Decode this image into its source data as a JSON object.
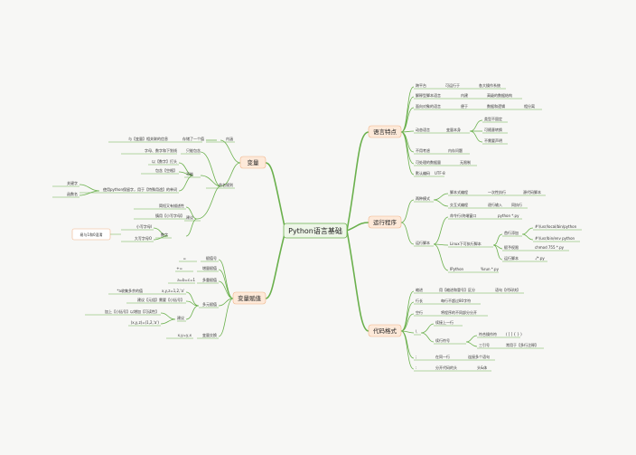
{
  "root": "Python语言基础",
  "features": {
    "title": "语言特点",
    "cross_platform": "跨平台",
    "runs_everywhere": "可运行于",
    "all_os": "各大操作系统",
    "interpreted": "解释型脚本语言",
    "builtin": "内建",
    "advanced_ds": "高级的数据结构",
    "oop": "面向对象的语言",
    "convenient": "便于",
    "data_logic": "数据和逻辑",
    "separate": "相分离",
    "dynamic": "动态语言",
    "var_itself": "变量本身",
    "type_unfixed": "类型不固定",
    "any_assign": "可随意转换",
    "no_declare": "不需要声明",
    "no_concern": "不用考虑",
    "memory": "内存问题",
    "size_data": "可处理的数据量",
    "unlimited": "无限制",
    "default_enc": "默认编码",
    "utf8": "UTF-8"
  },
  "running": {
    "title": "运行程序",
    "two_modes": "两种模式",
    "script_mode": "脚本式编程",
    "once_exec": "一次性执行",
    "all_code": "源代码脚本",
    "interactive": "交互式编程",
    "line_input": "逐行输入",
    "line_exec": "同执行",
    "run_script": "运行脚本",
    "cmd_window": "命令行/终端窗口",
    "python_py": "python *.py",
    "linux_exec": "Linux下可执行脚本",
    "first_line_add": "首行添加",
    "env_path1": "#!/usr/local/bin/python",
    "env_path2": "#!/usr/bin/env python",
    "grant_perm": "赋予权限",
    "chmod": "chmod 755 *.py",
    "run_it": "运行脚本",
    "dot_py": "./*.py",
    "ipython": "IPython",
    "run_py": "%run *.py"
  },
  "format": {
    "title": "代码格式",
    "indent": "缩进",
    "use": "用【缩进和冒号】区分",
    "blocks": "语句【代码块】",
    "line_length": "行长",
    "max79": "每行不超过80字符",
    "blank": "空行",
    "blank_desc": "将程序的不同部分分开",
    "backslash": "\\",
    "continue_prev": "续接上一行",
    "continue_line": "续行符号",
    "no_need": "符合操作符",
    "brackets": "( [ ] { } )",
    "triple_quote": "三引号",
    "multi_comment": "常用于【多行注释】",
    "semicolon": ";",
    "same_line": "在同一行",
    "multi_stmt": "连接多个语句",
    "colon": ":",
    "split_head": "分开代码的头",
    "header": "头&体"
  },
  "variables": {
    "title": "变量",
    "content": "内涵",
    "store_value": "存储了一个值",
    "desc_bind": "与【变量】相关联的信息",
    "naming": "命名规则",
    "only_contains": "只能包含",
    "letters": "字母、数字和下划线",
    "cannot": "不能",
    "start_digit": "以【数字】打头",
    "contain_space": "包含【空格】",
    "use_python_kw": "使用python保留字，用于【特殊用途】的单词",
    "keywords": "关键字",
    "func_names": "函数名",
    "suggest": "建议",
    "short_desc": "简短又有描述性",
    "lower_l": "慎用【小写字母】",
    "upper_l": "小写字母l",
    "lower_o": "大写字母O",
    "confuse": "易与1和0混淆",
    "number": "数字"
  },
  "assign": {
    "title": "变量赋值",
    "simple": "赋值号",
    "eq": "=",
    "aug": "增量赋值",
    "aug_op": "+=",
    "multi": "多重赋值",
    "multi_ex": "a=b=c=1",
    "multi_unpack": "多元赋值",
    "unpack_desc": "*a收集多余的值",
    "unpack_ex": "x,y,z=1,2,'a'",
    "tuple_pack": "建议【元组】需要【小括号】",
    "suggest": "建议",
    "paren_add": "加上【小括号】以增加【可读性】",
    "paren_ex": "(x,y,z)=(1,2,'a')",
    "swap": "变量交换",
    "swap_ex": "x,y=y,x"
  }
}
